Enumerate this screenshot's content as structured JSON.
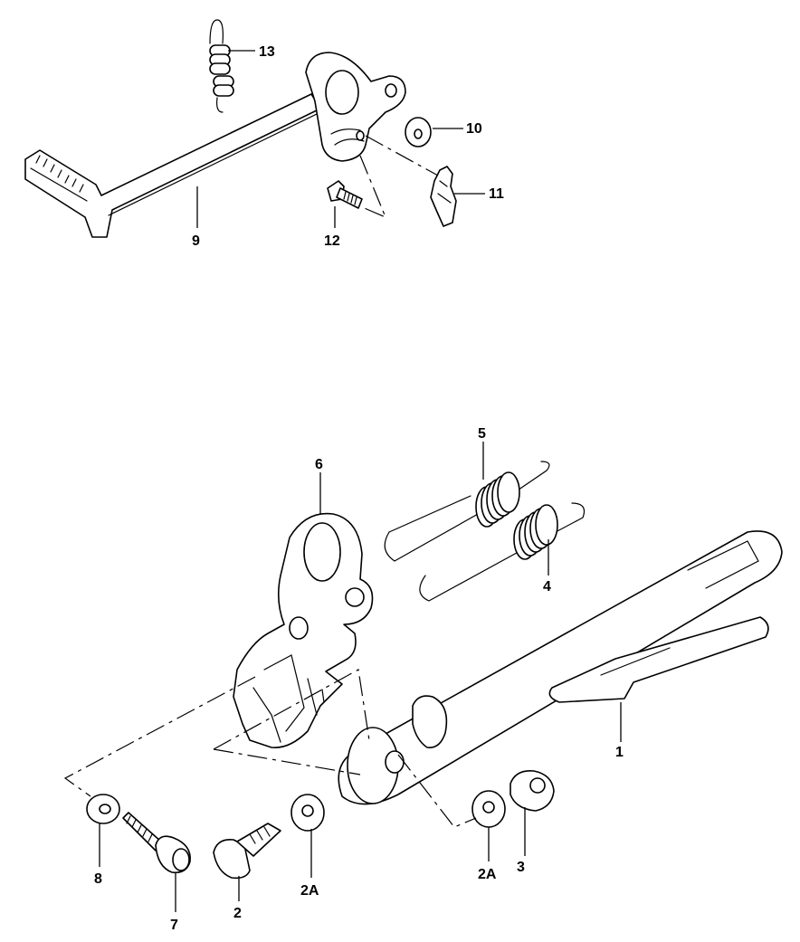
{
  "diagram": {
    "labels": {
      "p1": "1",
      "p2": "2",
      "p2a_left": "2A",
      "p2a_right": "2A",
      "p3": "3",
      "p4": "4",
      "p5": "5",
      "p6": "6",
      "p7": "7",
      "p8": "8",
      "p9": "9",
      "p10": "10",
      "p11": "11",
      "p12": "12",
      "p13": "13"
    }
  }
}
